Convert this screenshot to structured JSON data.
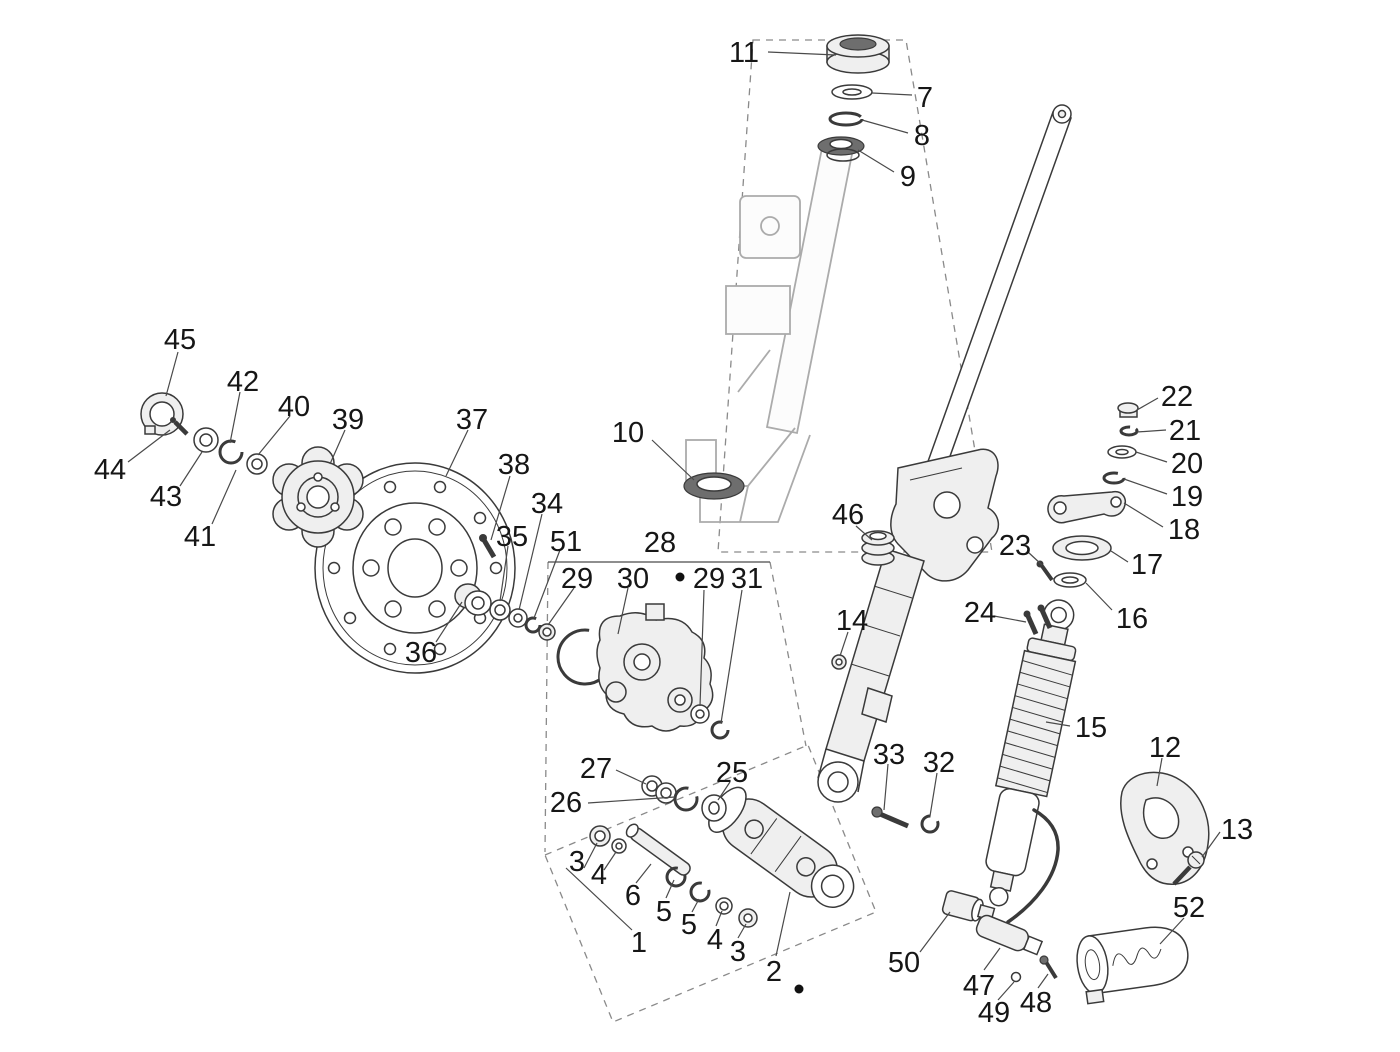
{
  "figure": {
    "type": "exploded-parts-diagram",
    "background": "#ffffff",
    "line_color": "#3a3a3a",
    "frame_color": "#ababab",
    "dash_color": "#8a8a8a"
  },
  "diagram": {
    "callouts": [
      {
        "label": "11"
      },
      {
        "label": "7"
      },
      {
        "label": "8"
      },
      {
        "label": "9"
      },
      {
        "label": "10"
      },
      {
        "label": "45"
      },
      {
        "label": "42"
      },
      {
        "label": "40"
      },
      {
        "label": "39"
      },
      {
        "label": "37"
      },
      {
        "label": "44"
      },
      {
        "label": "43"
      },
      {
        "label": "41"
      },
      {
        "label": "38"
      },
      {
        "label": "34"
      },
      {
        "label": "35"
      },
      {
        "label": "51"
      },
      {
        "label": "29"
      },
      {
        "label": "30"
      },
      {
        "label": "28"
      },
      {
        "label": "29"
      },
      {
        "label": "31"
      },
      {
        "label": "36"
      },
      {
        "label": "46"
      },
      {
        "label": "14"
      },
      {
        "label": "22"
      },
      {
        "label": "21"
      },
      {
        "label": "20"
      },
      {
        "label": "19"
      },
      {
        "label": "18"
      },
      {
        "label": "17"
      },
      {
        "label": "23"
      },
      {
        "label": "16"
      },
      {
        "label": "24"
      },
      {
        "label": "15"
      },
      {
        "label": "12"
      },
      {
        "label": "13"
      },
      {
        "label": "33"
      },
      {
        "label": "32"
      },
      {
        "label": "27"
      },
      {
        "label": "25"
      },
      {
        "label": "26"
      },
      {
        "label": "3"
      },
      {
        "label": "4"
      },
      {
        "label": "6"
      },
      {
        "label": "5"
      },
      {
        "label": "5"
      },
      {
        "label": "4"
      },
      {
        "label": "3"
      },
      {
        "label": "1"
      },
      {
        "label": "2"
      },
      {
        "label": "50"
      },
      {
        "label": "47"
      },
      {
        "label": "49"
      },
      {
        "label": "48"
      },
      {
        "label": "52"
      }
    ]
  }
}
